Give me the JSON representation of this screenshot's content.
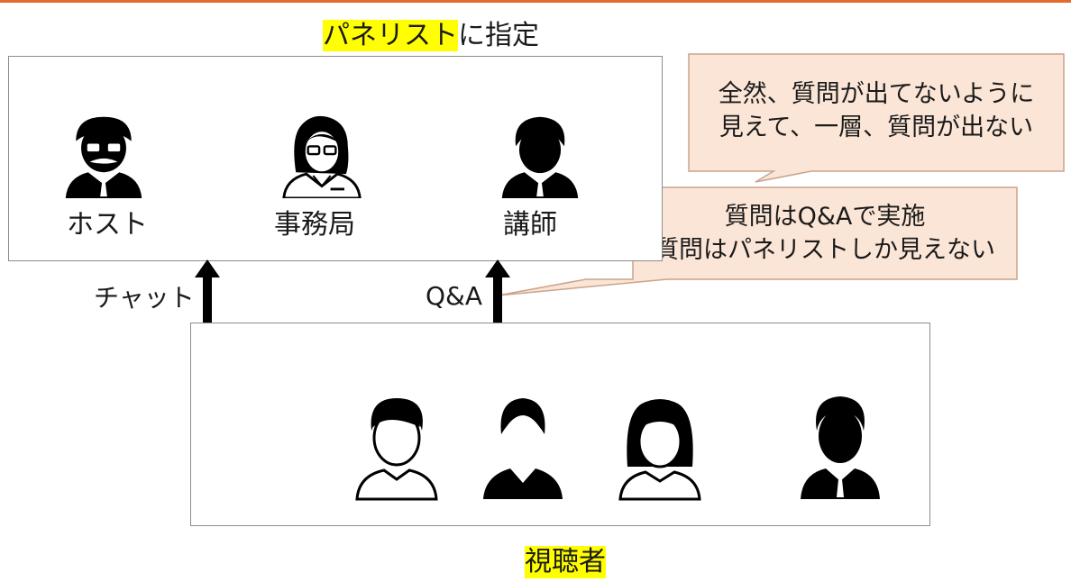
{
  "title": {
    "highlight": "パネリスト",
    "rest": "に指定"
  },
  "panelists": [
    {
      "label": "ホスト",
      "icon": "man-glasses-mustache-icon"
    },
    {
      "label": "事務局",
      "icon": "woman-glasses-icon"
    },
    {
      "label": "講師",
      "icon": "man-suit-icon"
    }
  ],
  "arrows": {
    "chat_label": "チャット",
    "qa_label": "Q&A"
  },
  "callouts": {
    "top": {
      "line1": "全然、質問が出てないように",
      "line2": "見えて、一層、質問が出ない"
    },
    "middle": {
      "line1": "質問はQ&Aで実施",
      "line2": "質問はパネリストしか見えない"
    }
  },
  "viewers": {
    "label": "視聴者",
    "icons": [
      "man-outline-icon",
      "woman-suit-icon",
      "woman-outline-icon",
      "businessman-silhouette-icon"
    ]
  },
  "colors": {
    "accent_rule": "#e46a2e",
    "highlight": "#ffff00",
    "callout_fill": "#fbe5d6",
    "callout_border": "#c9a48c",
    "box_border": "#8c8c8c"
  }
}
